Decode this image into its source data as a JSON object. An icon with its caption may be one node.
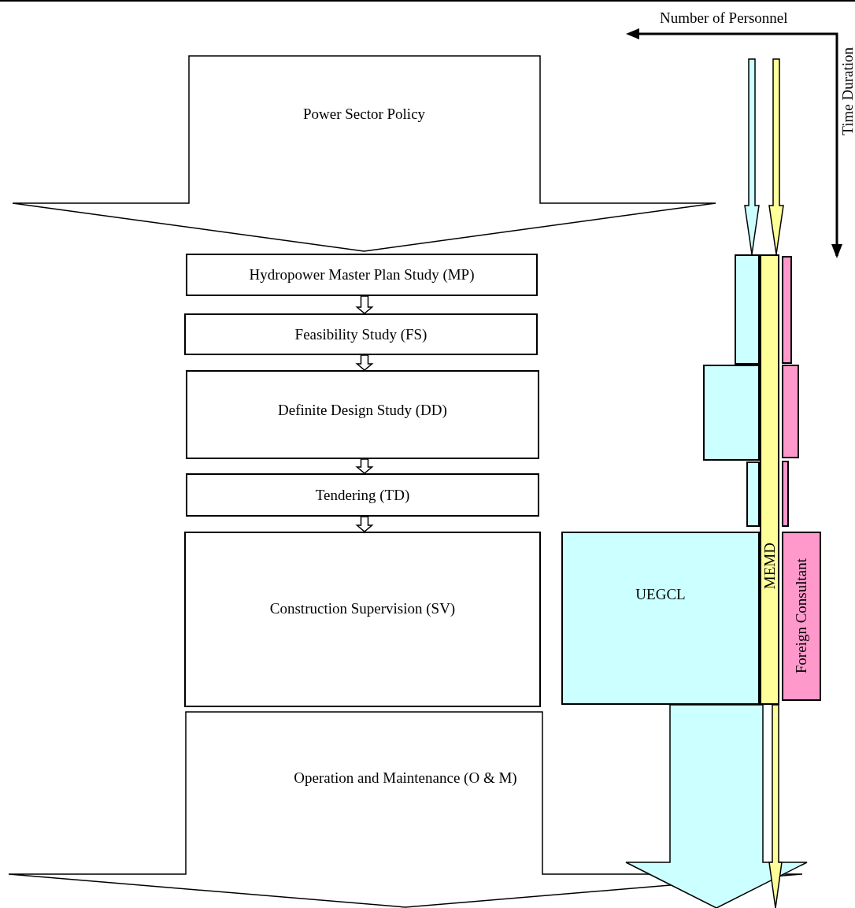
{
  "diagram": {
    "nodes": [
      {
        "text": [
          "Power Sector Policy"
        ]
      },
      {
        "text": [
          "Hydropower Master Plan Study (MP)"
        ]
      },
      {
        "text": [
          "Feasibility Study (FS)"
        ]
      },
      {
        "text": [
          "Definite Design Study (DD)"
        ]
      },
      {
        "text": [
          "Tendering (TD)"
        ]
      },
      {
        "text": [
          "Construction Supervision (SV)"
        ]
      },
      {
        "text": [
          "Operation and Maintenance (O & M)"
        ]
      },
      {
        "text": [],
        "shape": "box"
      },
      {
        "text": [
          "MEMD"
        ]
      },
      {
        "text": [],
        "shape": "box"
      },
      {
        "text": [],
        "shape": "box"
      },
      {
        "text": [],
        "shape": "box"
      },
      {
        "text": [],
        "shape": "box"
      },
      {
        "text": [],
        "shape": "box"
      },
      {
        "text": [
          "UEGCL"
        ]
      },
      {
        "text": [
          "Foreign Consultant"
        ]
      }
    ],
    "edges": [
      {
        "from": 1,
        "to": 2,
        "arrow": "to"
      },
      {
        "from": 2,
        "to": 3,
        "arrow": "to"
      },
      {
        "from": 3,
        "to": 4,
        "arrow": "to"
      },
      {
        "from": 4,
        "to": 5,
        "arrow": "to"
      },
      {
        "from": null,
        "to": 7,
        "arrow": "to",
        "color": "#ccffff"
      },
      {
        "from": null,
        "to": 8,
        "arrow": "to",
        "color": "#ffff99"
      },
      {
        "from": 14,
        "to": null,
        "arrow": "to",
        "style": "thick",
        "color": "#ccffff"
      },
      {
        "from": 8,
        "to": null,
        "arrow": "to",
        "color": "#ffff99"
      }
    ],
    "labels": [
      "Number of Personnel",
      "Time Duration"
    ]
  }
}
